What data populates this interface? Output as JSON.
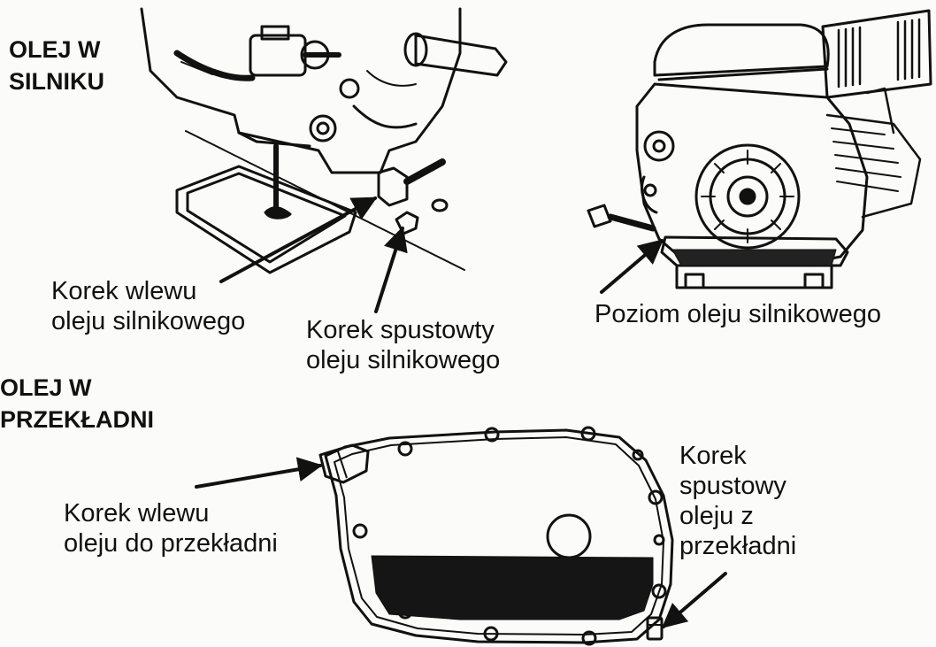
{
  "sections": {
    "engine_oil": {
      "title_line1": "OLEJ W",
      "title_line2": "SILNIKU"
    },
    "gearbox_oil": {
      "title_line1": "OLEJ W",
      "title_line2": "PRZEKŁADNI"
    }
  },
  "labels": {
    "engine_fill_cap": {
      "line1": "Korek wlewu",
      "line2": "oleju silnikowego"
    },
    "engine_drain_plug": {
      "line1": "Korek spustowty",
      "line2": "oleju silnikowego"
    },
    "engine_oil_level": {
      "line1": "Poziom oleju silnikowego"
    },
    "gearbox_fill_cap": {
      "line1": "Korek wlewu",
      "line2": "oleju do przekładni"
    },
    "gearbox_drain_plug": {
      "line1": "Korek",
      "line2": "spustowy",
      "line3": "oleju z",
      "line4": "przekładni"
    }
  },
  "colors": {
    "ink": "#111111",
    "paper": "#fbfbf9",
    "oil": "#151515"
  }
}
